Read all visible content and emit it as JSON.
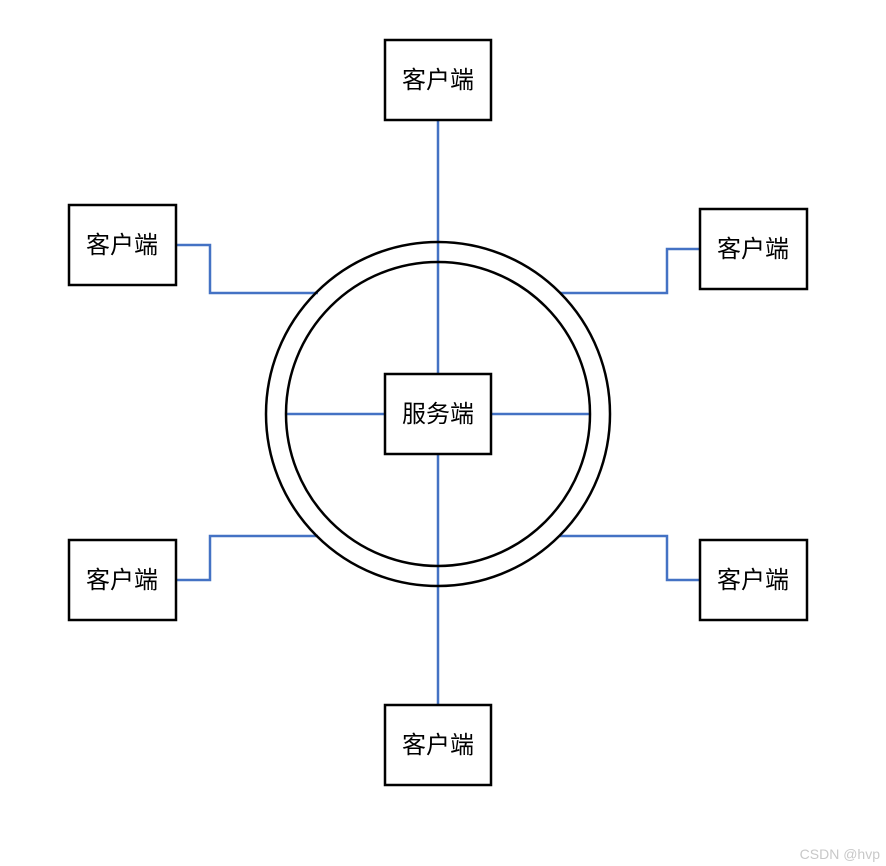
{
  "diagram": {
    "server_label": "服务端",
    "client_label": "客户端",
    "connector_color": "#4472C4",
    "outline_color": "#000000"
  },
  "watermark": "CSDN @hvp"
}
